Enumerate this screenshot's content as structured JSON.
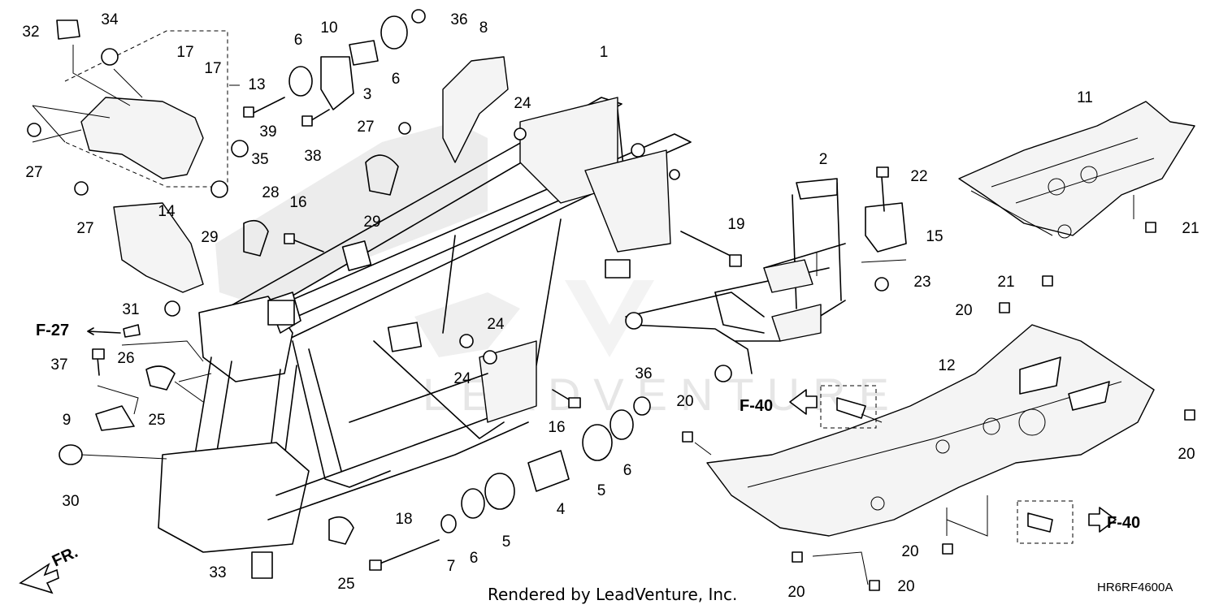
{
  "watermark": "LEADVENTURE",
  "footer": {
    "rendered_by": "Rendered by LeadVenture, Inc.",
    "diagram_code": "HR6RF4600A"
  },
  "direction_indicator": {
    "label": "FR."
  },
  "references": [
    {
      "label": "F-27"
    },
    {
      "label": "F-40"
    },
    {
      "label": "F-40"
    }
  ],
  "callouts": [
    "32",
    "34",
    "10",
    "36",
    "8",
    "17",
    "17",
    "13",
    "6",
    "3",
    "6",
    "1",
    "27",
    "39",
    "38",
    "35",
    "27",
    "24",
    "11",
    "2",
    "22",
    "28",
    "16",
    "29",
    "27",
    "14",
    "29",
    "19",
    "15",
    "21",
    "23",
    "21",
    "31",
    "20",
    "24",
    "26",
    "37",
    "24",
    "36",
    "12",
    "25",
    "16",
    "20",
    "9",
    "20",
    "6",
    "5",
    "30",
    "4",
    "5",
    "18",
    "6",
    "7",
    "20",
    "20",
    "33",
    "25",
    "20",
    "20"
  ]
}
